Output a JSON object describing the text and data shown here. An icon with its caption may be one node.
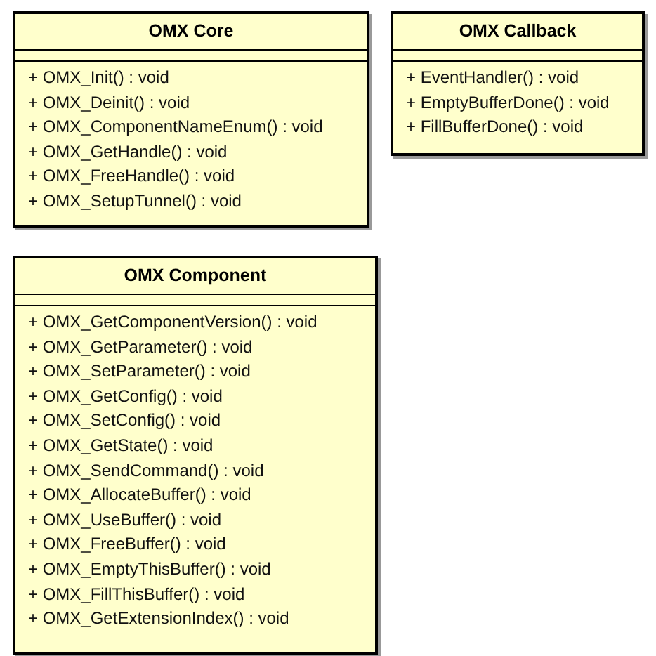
{
  "diagram": {
    "nodes": [
      {
        "text": [
          "OMX Core",
          "+ OMX_Init() : void",
          "+ OMX_Deinit() : void",
          "+ OMX_ComponentNameEnum() : void",
          "+ OMX_GetHandle() : void",
          "+ OMX_FreeHandle() : void",
          "+ OMX_SetupTunnel() : void"
        ]
      },
      {
        "text": [
          "OMX Callback",
          "+ EventHandler() : void",
          "+ EmptyBufferDone() : void",
          "+ FillBufferDone() : void"
        ]
      },
      {
        "text": [
          "OMX Component",
          "+ OMX_GetComponentVersion() : void",
          "+ OMX_GetParameter() : void",
          "+ OMX_SetParameter() : void",
          "+ OMX_GetConfig() : void",
          "+ OMX_SetConfig() : void",
          "+ OMX_GetState() : void",
          "+ OMX_SendCommand() : void",
          "+ OMX_AllocateBuffer() : void",
          "+ OMX_UseBuffer() : void",
          "+ OMX_FreeBuffer() : void",
          "+ OMX_EmptyThisBuffer() : void",
          "+ OMX_FillThisBuffer() : void",
          "+ OMX_GetExtensionIndex() : void"
        ]
      }
    ],
    "edges": []
  }
}
